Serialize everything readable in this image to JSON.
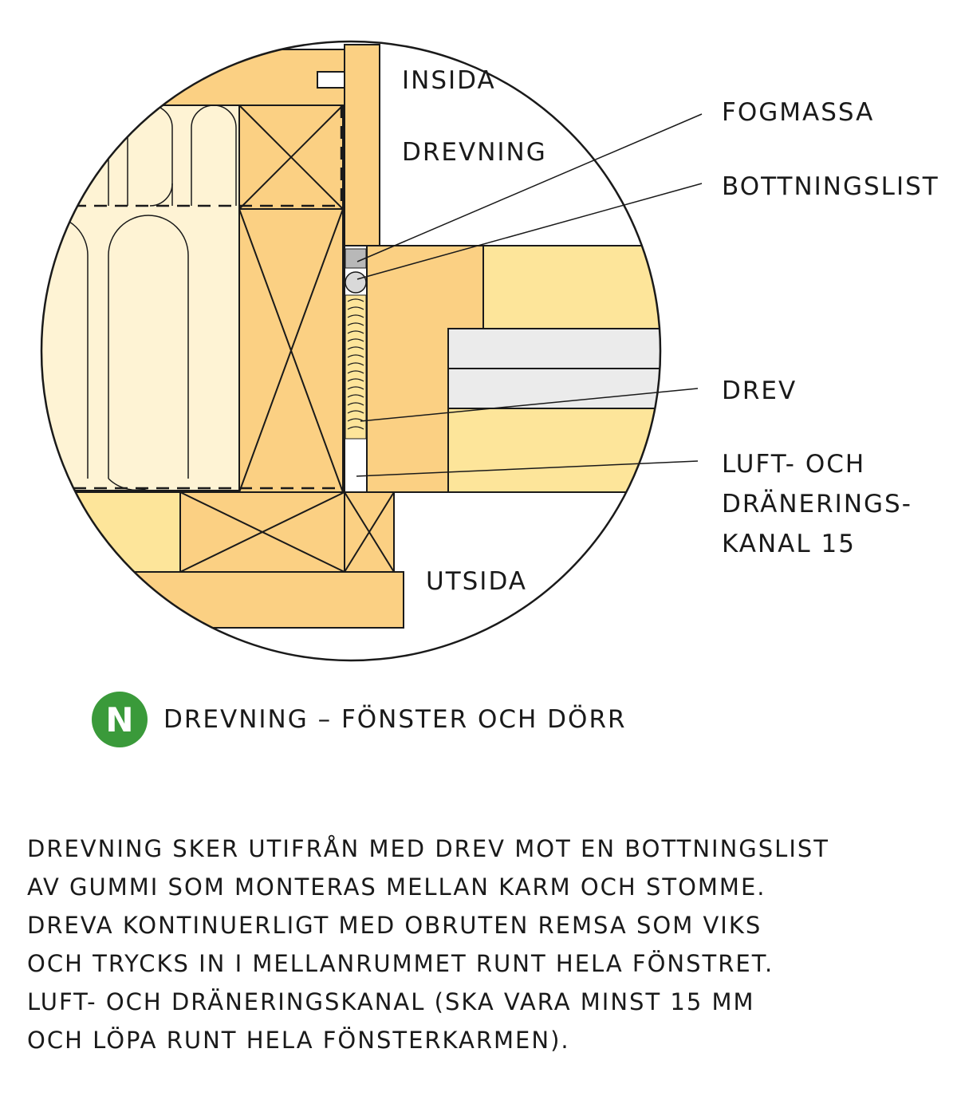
{
  "labels": {
    "insida": "INSIDA",
    "drevning": "DREVNING",
    "utsida": "UTSIDA",
    "fogmassa": "FOGMASSA",
    "bottningslist": "BOTTNINGSLIST",
    "drev": "DREV",
    "luft_line1": "LUFT- OCH",
    "luft_line2": "DRÄNERINGS-",
    "luft_line3": "KANAL 15"
  },
  "caption": {
    "badge": "N",
    "title": "DREVNING – FÖNSTER OCH DÖRR"
  },
  "description": [
    "DREVNING SKER UTIFRÅN MED DREV MOT EN BOTTNINGSLIST",
    "AV GUMMI SOM MONTERAS MELLAN KARM OCH STOMME.",
    "DREVA KONTINUERLIGT MED OBRUTEN REMSA SOM VIKS",
    "OCH TRYCKS IN I MELLANRUMMET RUNT HELA FÖNSTRET.",
    "LUFT- OCH DRÄNERINGSKANAL (SKA VARA MINST 15 MM",
    "OCH LÖPA RUNT HELA FÖNSTERKARMEN)."
  ],
  "colors": {
    "wood": "#fbd083",
    "wood_light": "#fde59a",
    "insulation": "#fef3d4",
    "glass": "#ebebeb",
    "sealant": "#b8b8b8",
    "badge": "#3a9a3a",
    "line": "#1a1a1a"
  }
}
